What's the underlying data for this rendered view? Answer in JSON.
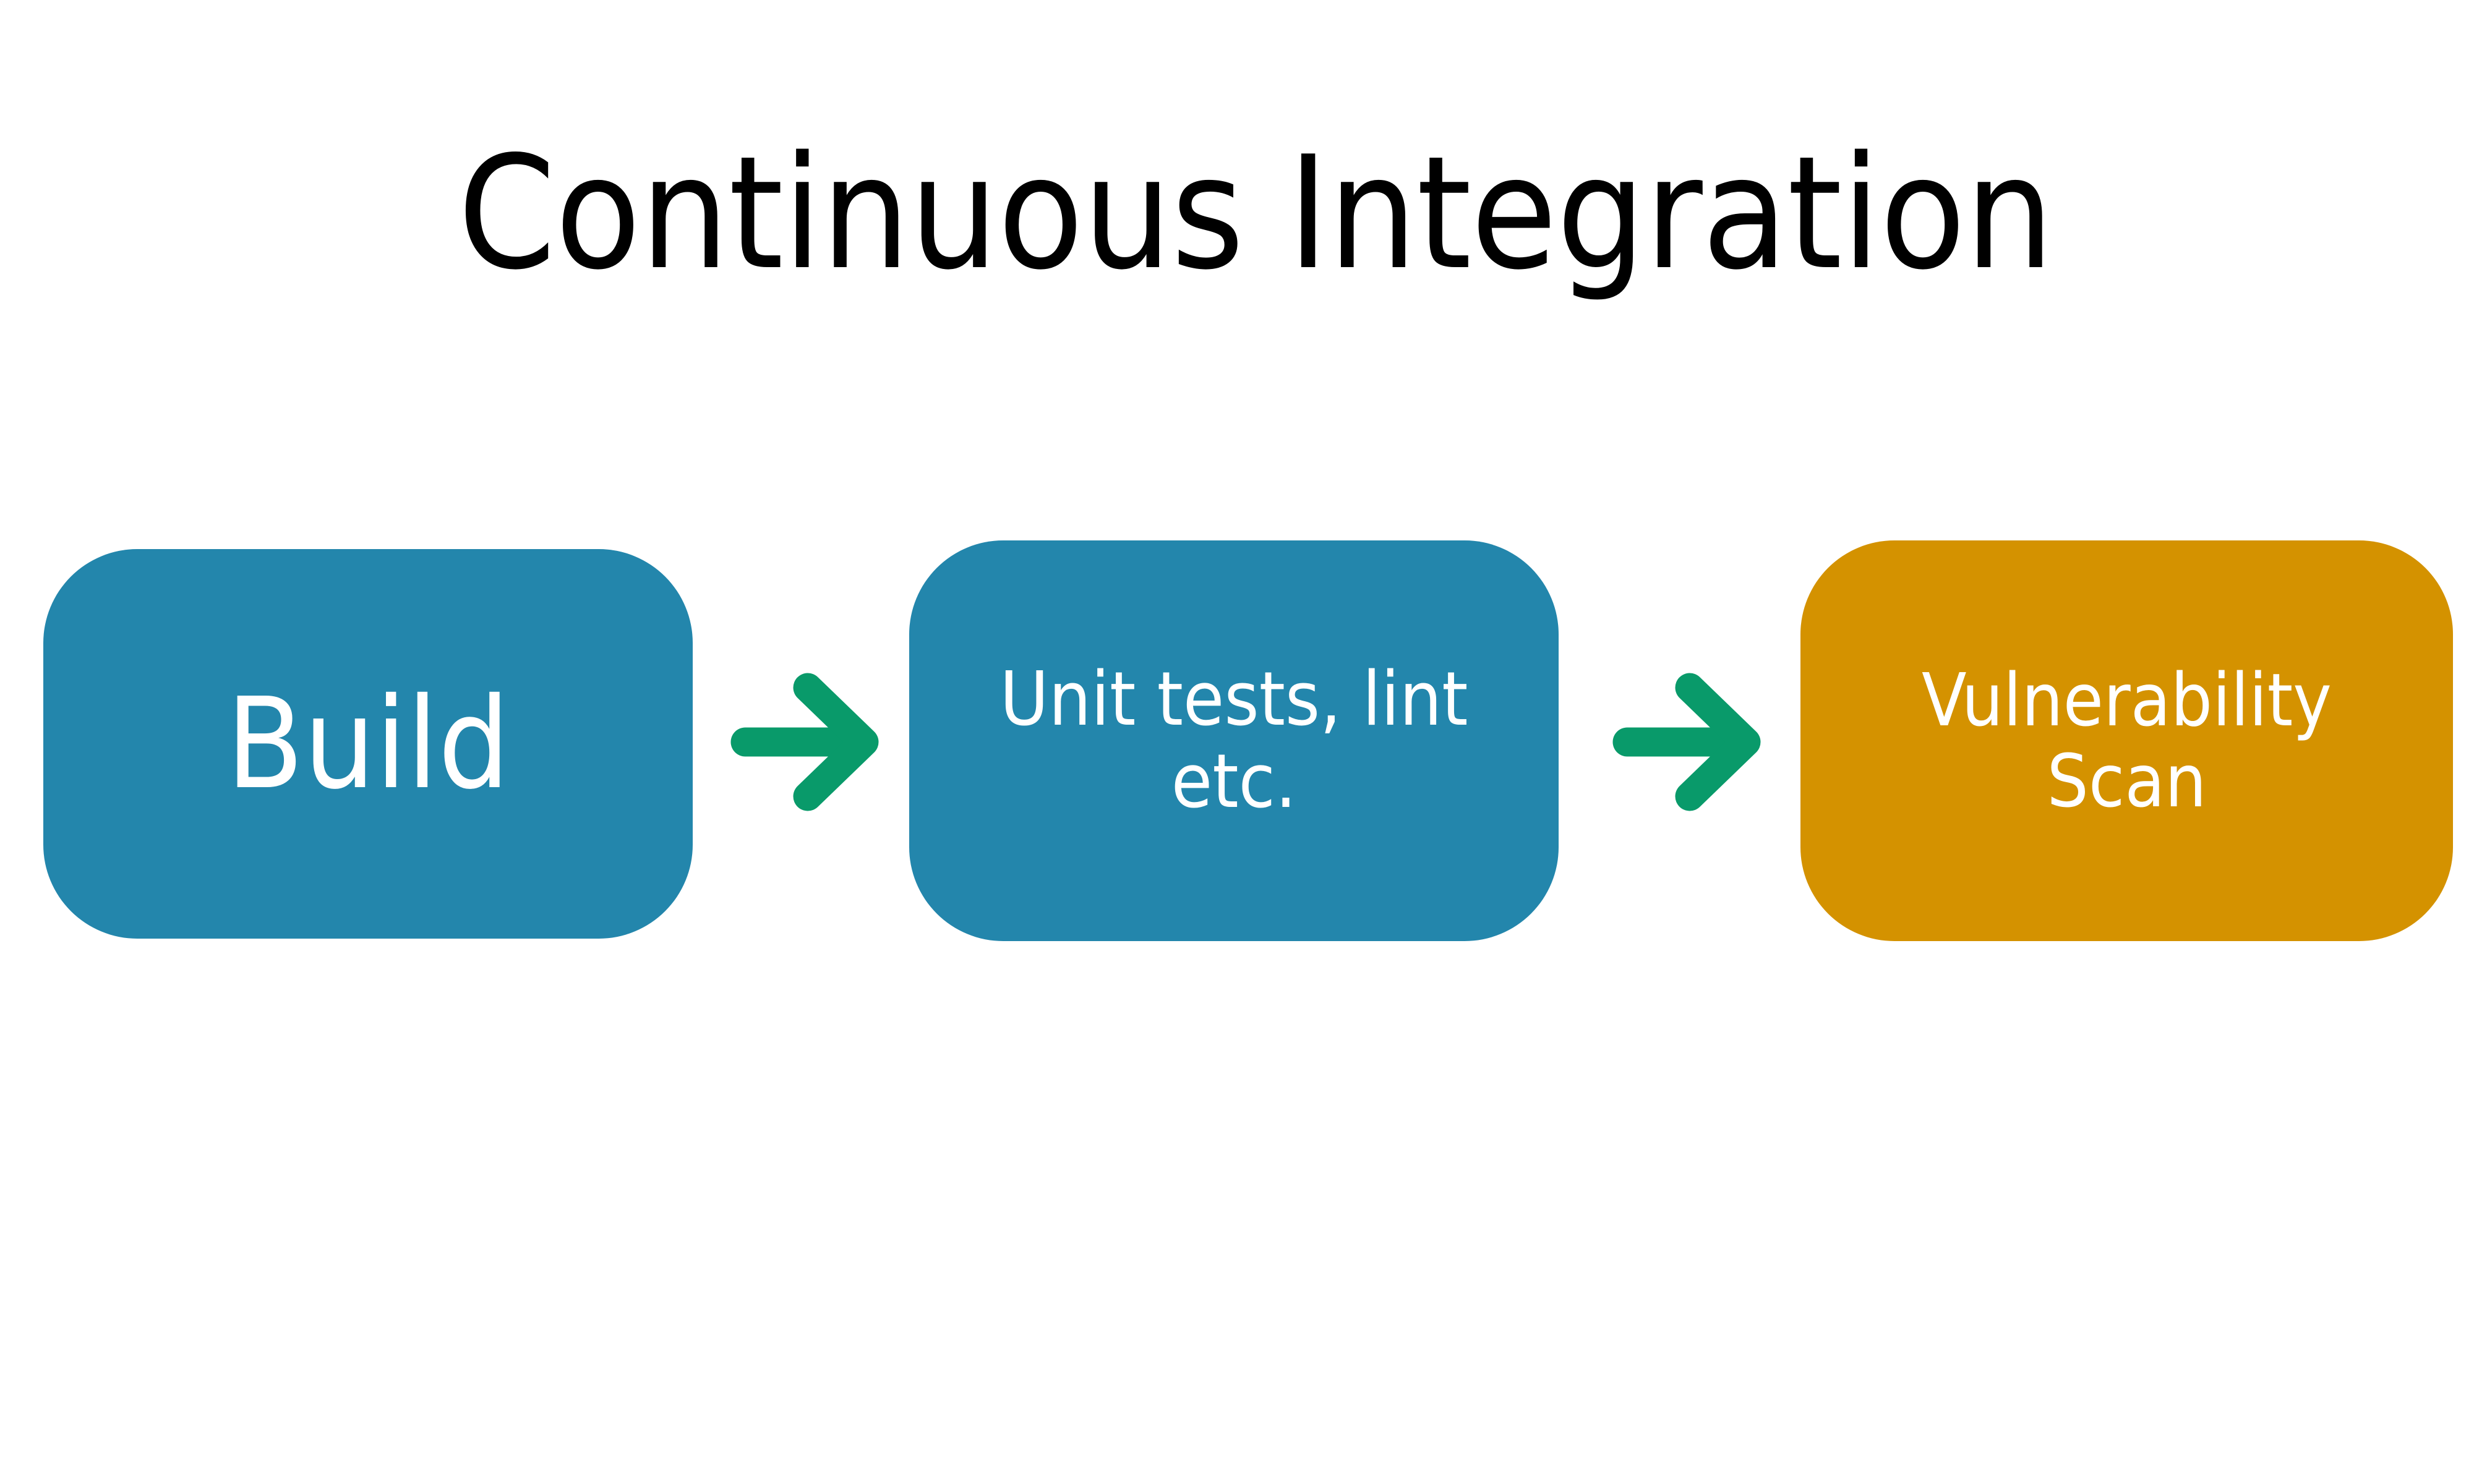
{
  "diagram": {
    "title": "Continuous Integration",
    "type": "linear-process-flow",
    "background_color": "#ffffff",
    "title_color": "#000000",
    "nodes": [
      {
        "id": "build",
        "label": "Build",
        "fill_color": "#2386ac",
        "text_color": "#ffffff",
        "order": 1
      },
      {
        "id": "tests",
        "label": "Unit tests, lint\netc.",
        "fill_color": "#2386ac",
        "text_color": "#ffffff",
        "order": 2
      },
      {
        "id": "scan",
        "label": "Vulnerability\nScan",
        "fill_color": "#d49200",
        "text_color": "#ffffff",
        "order": 3
      }
    ],
    "connectors": [
      {
        "id": "arrow-1",
        "icon": "arrow-right-icon",
        "from": "build",
        "to": "tests",
        "color": "#099a6a"
      },
      {
        "id": "arrow-2",
        "icon": "arrow-right-icon",
        "from": "tests",
        "to": "scan",
        "color": "#099a6a"
      }
    ]
  }
}
